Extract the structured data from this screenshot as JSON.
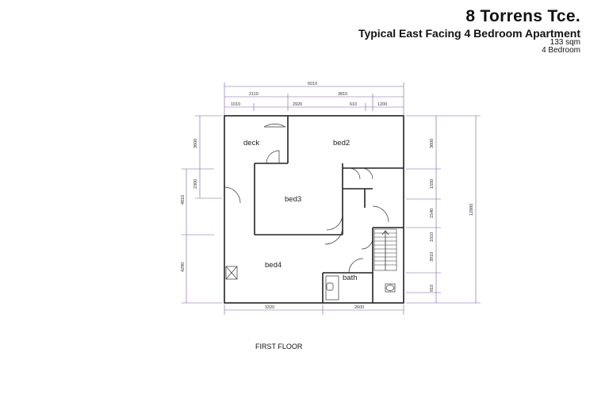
{
  "header": {
    "title": "8 Torrens Tce.",
    "subtitle": "Typical East Facing 4 Bedroom Apartment",
    "area": "133 sqm",
    "bedrooms": "4 Bedroom"
  },
  "plan": {
    "rooms": {
      "deck": "deck",
      "bed2": "bed2",
      "bed3": "bed3",
      "bed4": "bed4",
      "bath": "bath"
    },
    "dims_top": {
      "overall": "6010",
      "d2110": "2110",
      "d3810": "3810",
      "d1010": "1010",
      "d2920": "2920",
      "d610": "610",
      "d1200": "1200"
    },
    "dims_bottom": {
      "d3320": "3320",
      "d2600": "2600"
    },
    "dims_left": {
      "d3600": "3600",
      "d2300": "2300",
      "d4810": "4810",
      "d4290": "4290"
    },
    "dims_right": {
      "d3600": "3600",
      "d1550": "1550",
      "d1540": "1540",
      "d1010": "1010",
      "d3910": "3910",
      "d910": "910",
      "overall": "12880"
    },
    "floor_label": "FIRST FLOOR"
  }
}
